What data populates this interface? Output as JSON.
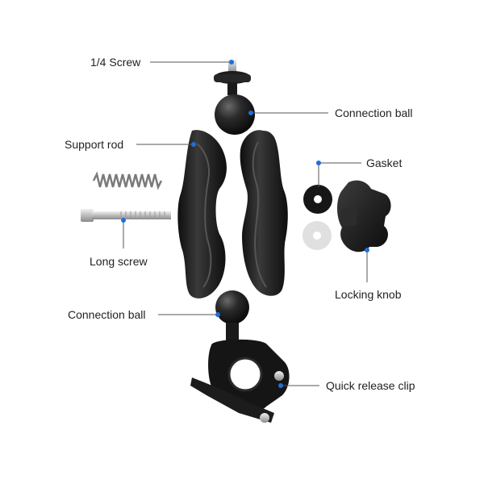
{
  "labels": {
    "screw_quarter": "1/4 Screw",
    "connection_ball_top": "Connection ball",
    "support_rod": "Support rod",
    "gasket": "Gasket",
    "long_screw": "Long screw",
    "locking_knob": "Locking knob",
    "connection_ball_bottom": "Connection ball",
    "quick_release_clip": "Quick release clip"
  },
  "colors": {
    "leader_dot": "#1e6fd9",
    "leader_line": "#555555",
    "part_dark": "#1a1a1a",
    "part_highlight": "#4a4a4a",
    "metal": "#c8c8c8",
    "gasket_light": "#e2e2e2"
  }
}
